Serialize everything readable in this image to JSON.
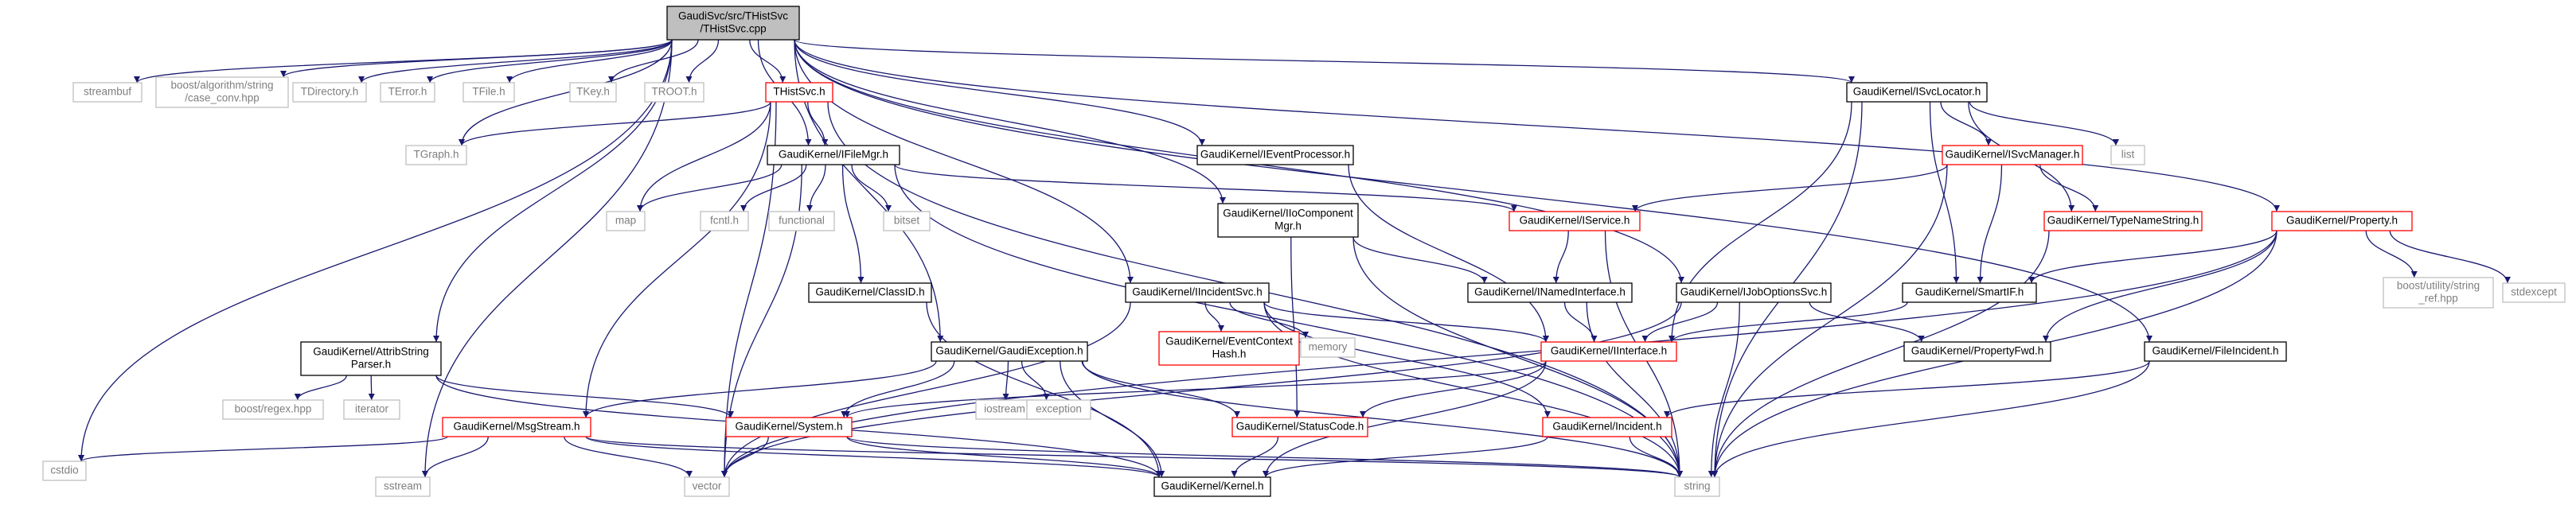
{
  "colors": {
    "edge": "#191970",
    "root_fill": "#bfbfbf",
    "root_border": "#000000",
    "documented_border": "#000000",
    "partial_border": "#ff0000",
    "external_border": "#bfbfbf",
    "external_text": "#7f7f7f",
    "text": "#000000"
  },
  "nodes": [
    {
      "id": "root",
      "lines": [
        "GaudiSvc/src/THistSvc",
        "/THistSvc.cpp"
      ],
      "kind": "root"
    },
    {
      "id": "cstdio",
      "lines": [
        "cstdio"
      ],
      "kind": "external"
    },
    {
      "id": "streambuf",
      "lines": [
        "streambuf"
      ],
      "kind": "external"
    },
    {
      "id": "boostalgo",
      "lines": [
        "boost/algorithm/string",
        "/case_conv.hpp"
      ],
      "kind": "external"
    },
    {
      "id": "tdirectory",
      "lines": [
        "TDirectory.h"
      ],
      "kind": "external"
    },
    {
      "id": "terror",
      "lines": [
        "TError.h"
      ],
      "kind": "external"
    },
    {
      "id": "tfile",
      "lines": [
        "TFile.h"
      ],
      "kind": "external"
    },
    {
      "id": "tkey",
      "lines": [
        "TKey.h"
      ],
      "kind": "external"
    },
    {
      "id": "troot",
      "lines": [
        "TROOT.h"
      ],
      "kind": "external"
    },
    {
      "id": "thistsvc",
      "lines": [
        "THistSvc.h"
      ],
      "kind": "partial"
    },
    {
      "id": "tgraph",
      "lines": [
        "TGraph.h"
      ],
      "kind": "external"
    },
    {
      "id": "ifilemgr",
      "lines": [
        "GaudiKernel/IFileMgr.h"
      ],
      "kind": "documented"
    },
    {
      "id": "map",
      "lines": [
        "map"
      ],
      "kind": "external"
    },
    {
      "id": "fcntl",
      "lines": [
        "fcntl.h"
      ],
      "kind": "external"
    },
    {
      "id": "functional",
      "lines": [
        "functional"
      ],
      "kind": "external"
    },
    {
      "id": "bitset",
      "lines": [
        "bitset"
      ],
      "kind": "external"
    },
    {
      "id": "classid",
      "lines": [
        "GaudiKernel/ClassID.h"
      ],
      "kind": "documented"
    },
    {
      "id": "attrib",
      "lines": [
        "GaudiKernel/AttribString",
        "Parser.h"
      ],
      "kind": "documented"
    },
    {
      "id": "boostregex",
      "lines": [
        "boost/regex.hpp"
      ],
      "kind": "external"
    },
    {
      "id": "iterator",
      "lines": [
        "iterator"
      ],
      "kind": "external"
    },
    {
      "id": "msgstream",
      "lines": [
        "GaudiKernel/MsgStream.h"
      ],
      "kind": "partial"
    },
    {
      "id": "sstream",
      "lines": [
        "sstream"
      ],
      "kind": "external"
    },
    {
      "id": "vector",
      "lines": [
        "vector"
      ],
      "kind": "external"
    },
    {
      "id": "gaudiexc",
      "lines": [
        "GaudiKernel/GaudiException.h"
      ],
      "kind": "documented"
    },
    {
      "id": "iostream",
      "lines": [
        "iostream"
      ],
      "kind": "external"
    },
    {
      "id": "exception",
      "lines": [
        "exception"
      ],
      "kind": "external"
    },
    {
      "id": "system",
      "lines": [
        "GaudiKernel/System.h"
      ],
      "kind": "partial"
    },
    {
      "id": "kernel",
      "lines": [
        "GaudiKernel/Kernel.h"
      ],
      "kind": "documented"
    },
    {
      "id": "ieventproc",
      "lines": [
        "GaudiKernel/IEventProcessor.h"
      ],
      "kind": "documented"
    },
    {
      "id": "iiocomp",
      "lines": [
        "GaudiKernel/IIoComponent",
        "Mgr.h"
      ],
      "kind": "documented"
    },
    {
      "id": "iincident",
      "lines": [
        "GaudiKernel/IIncidentSvc.h"
      ],
      "kind": "documented"
    },
    {
      "id": "eventctx",
      "lines": [
        "GaudiKernel/EventContext",
        "Hash.h"
      ],
      "kind": "partial"
    },
    {
      "id": "memory",
      "lines": [
        "memory"
      ],
      "kind": "external"
    },
    {
      "id": "inamed",
      "lines": [
        "GaudiKernel/INamedInterface.h"
      ],
      "kind": "documented"
    },
    {
      "id": "iinterface",
      "lines": [
        "GaudiKernel/IInterface.h"
      ],
      "kind": "partial"
    },
    {
      "id": "statuscode",
      "lines": [
        "GaudiKernel/StatusCode.h"
      ],
      "kind": "partial"
    },
    {
      "id": "incident",
      "lines": [
        "GaudiKernel/Incident.h"
      ],
      "kind": "partial"
    },
    {
      "id": "string",
      "lines": [
        "string"
      ],
      "kind": "external"
    },
    {
      "id": "iservice",
      "lines": [
        "GaudiKernel/IService.h"
      ],
      "kind": "partial"
    },
    {
      "id": "isvcloc",
      "lines": [
        "GaudiKernel/ISvcLocator.h"
      ],
      "kind": "documented"
    },
    {
      "id": "isvcmgr",
      "lines": [
        "GaudiKernel/ISvcManager.h"
      ],
      "kind": "partial"
    },
    {
      "id": "list",
      "lines": [
        "list"
      ],
      "kind": "external"
    },
    {
      "id": "typename",
      "lines": [
        "GaudiKernel/TypeNameString.h"
      ],
      "kind": "partial"
    },
    {
      "id": "smartif",
      "lines": [
        "GaudiKernel/SmartIF.h"
      ],
      "kind": "documented"
    },
    {
      "id": "ijobopt",
      "lines": [
        "GaudiKernel/IJobOptionsSvc.h"
      ],
      "kind": "documented"
    },
    {
      "id": "propfwd",
      "lines": [
        "GaudiKernel/PropertyFwd.h"
      ],
      "kind": "documented"
    },
    {
      "id": "fileinc",
      "lines": [
        "GaudiKernel/FileIncident.h"
      ],
      "kind": "documented"
    },
    {
      "id": "property",
      "lines": [
        "GaudiKernel/Property.h"
      ],
      "kind": "partial"
    },
    {
      "id": "boostutil",
      "lines": [
        "boost/utility/string",
        "_ref.hpp"
      ],
      "kind": "external"
    },
    {
      "id": "stdexcept",
      "lines": [
        "stdexcept"
      ],
      "kind": "external"
    }
  ],
  "edges": [
    [
      "root",
      "cstdio"
    ],
    [
      "root",
      "streambuf"
    ],
    [
      "root",
      "boostalgo"
    ],
    [
      "root",
      "tdirectory"
    ],
    [
      "root",
      "terror"
    ],
    [
      "root",
      "tfile"
    ],
    [
      "root",
      "tkey"
    ],
    [
      "root",
      "troot"
    ],
    [
      "root",
      "thistsvc"
    ],
    [
      "root",
      "tgraph"
    ],
    [
      "root",
      "ifilemgr"
    ],
    [
      "root",
      "attrib"
    ],
    [
      "root",
      "sstream"
    ],
    [
      "root",
      "gaudiexc"
    ],
    [
      "root",
      "ieventproc"
    ],
    [
      "root",
      "iiocomp"
    ],
    [
      "root",
      "iincident"
    ],
    [
      "root",
      "ijobopt"
    ],
    [
      "root",
      "isvcloc"
    ],
    [
      "root",
      "fileinc"
    ],
    [
      "root",
      "property"
    ],
    [
      "thistsvc",
      "tgraph"
    ],
    [
      "thistsvc",
      "ifilemgr"
    ],
    [
      "thistsvc",
      "map"
    ],
    [
      "thistsvc",
      "msgstream"
    ],
    [
      "thistsvc",
      "vector"
    ],
    [
      "thistsvc",
      "string"
    ],
    [
      "ifilemgr",
      "map"
    ],
    [
      "ifilemgr",
      "fcntl"
    ],
    [
      "ifilemgr",
      "functional"
    ],
    [
      "ifilemgr",
      "bitset"
    ],
    [
      "ifilemgr",
      "classid"
    ],
    [
      "ifilemgr",
      "vector"
    ],
    [
      "ifilemgr",
      "string"
    ],
    [
      "ifilemgr",
      "iservice"
    ],
    [
      "classid",
      "kernel"
    ],
    [
      "attrib",
      "boostregex"
    ],
    [
      "attrib",
      "iterator"
    ],
    [
      "attrib",
      "system"
    ],
    [
      "attrib",
      "kernel"
    ],
    [
      "msgstream",
      "cstdio"
    ],
    [
      "msgstream",
      "sstream"
    ],
    [
      "msgstream",
      "vector"
    ],
    [
      "msgstream",
      "kernel"
    ],
    [
      "msgstream",
      "string"
    ],
    [
      "gaudiexc",
      "msgstream"
    ],
    [
      "gaudiexc",
      "system"
    ],
    [
      "gaudiexc",
      "iostream"
    ],
    [
      "gaudiexc",
      "exception"
    ],
    [
      "gaudiexc",
      "statuscode"
    ],
    [
      "gaudiexc",
      "kernel"
    ],
    [
      "gaudiexc",
      "string"
    ],
    [
      "system",
      "vector"
    ],
    [
      "system",
      "kernel"
    ],
    [
      "system",
      "string"
    ],
    [
      "ieventproc",
      "iinterface"
    ],
    [
      "iiocomp",
      "inamed"
    ],
    [
      "iiocomp",
      "statuscode"
    ],
    [
      "iiocomp",
      "string"
    ],
    [
      "iincident",
      "eventctx"
    ],
    [
      "iincident",
      "memory"
    ],
    [
      "iincident",
      "iinterface"
    ],
    [
      "iincident",
      "incident"
    ],
    [
      "iincident",
      "vector"
    ],
    [
      "iincident",
      "string"
    ],
    [
      "inamed",
      "iinterface"
    ],
    [
      "inamed",
      "string"
    ],
    [
      "iinterface",
      "system"
    ],
    [
      "iinterface",
      "statuscode"
    ],
    [
      "iinterface",
      "kernel"
    ],
    [
      "statuscode",
      "kernel"
    ],
    [
      "incident",
      "kernel"
    ],
    [
      "incident",
      "string"
    ],
    [
      "iservice",
      "inamed"
    ],
    [
      "iservice",
      "string"
    ],
    [
      "isvcloc",
      "iinterface"
    ],
    [
      "isvcloc",
      "isvcmgr"
    ],
    [
      "isvcloc",
      "typename"
    ],
    [
      "isvcloc",
      "list"
    ],
    [
      "isvcloc",
      "smartif"
    ],
    [
      "isvcloc",
      "string"
    ],
    [
      "isvcmgr",
      "iservice"
    ],
    [
      "isvcmgr",
      "typename"
    ],
    [
      "isvcmgr",
      "smartif"
    ],
    [
      "isvcmgr",
      "string"
    ],
    [
      "typename",
      "string"
    ],
    [
      "smartif",
      "iinterface"
    ],
    [
      "ijobopt",
      "iinterface"
    ],
    [
      "ijobopt",
      "propfwd"
    ],
    [
      "ijobopt",
      "vector"
    ],
    [
      "ijobopt",
      "string"
    ],
    [
      "fileinc",
      "incident"
    ],
    [
      "fileinc",
      "string"
    ],
    [
      "property",
      "smartif"
    ],
    [
      "property",
      "propfwd"
    ],
    [
      "property",
      "boostutil"
    ],
    [
      "property",
      "stdexcept"
    ],
    [
      "property",
      "vector"
    ],
    [
      "property",
      "string"
    ]
  ]
}
